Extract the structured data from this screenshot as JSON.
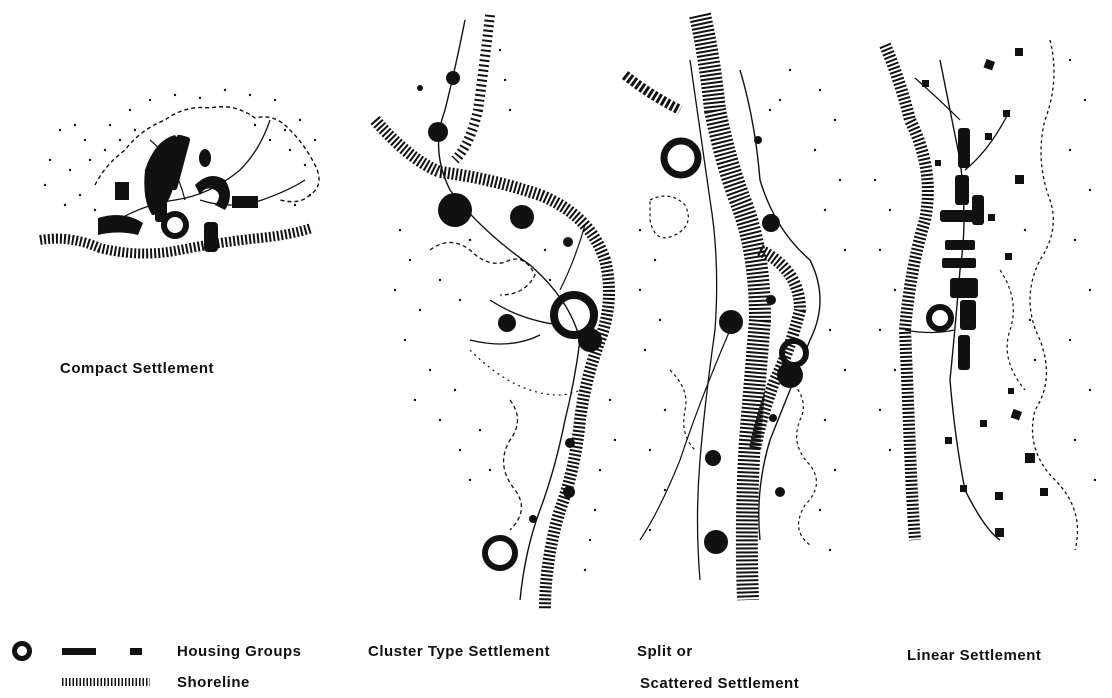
{
  "panels": [
    {
      "id": "compact",
      "label": "Compact   Settlement"
    },
    {
      "id": "cluster",
      "label": "Cluster  Type  Settlement"
    },
    {
      "id": "split",
      "label_line1": "Split  or",
      "label_line2": "Scattered  Settlement"
    },
    {
      "id": "linear",
      "label": "Linear    Settlement"
    }
  ],
  "legend": {
    "housing_label": "Housing  Groups",
    "shoreline_label": "Shoreline"
  },
  "colors": {
    "ink": "#111111",
    "paper": "#ffffff"
  }
}
